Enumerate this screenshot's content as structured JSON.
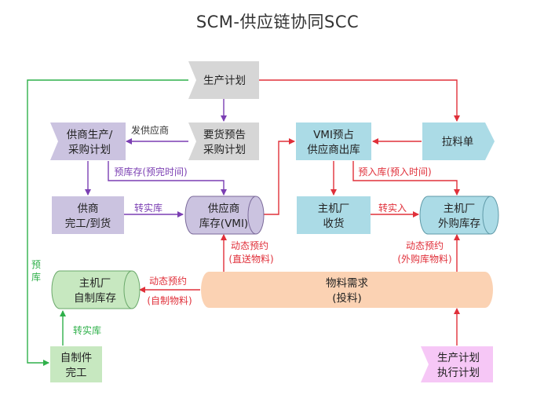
{
  "title": "SCM-供应链协同SCC",
  "colors": {
    "gray": "#d6d6d6",
    "purple": "#cbc3e0",
    "blue": "#abdbe6",
    "green": "#c7e8c0",
    "orange": "#fbd2b3",
    "pink": "#f6c7f6",
    "arrow_purple": "#7b3fb3",
    "arrow_red": "#e0303a",
    "arrow_green": "#2fb04a"
  },
  "nodes": {
    "production_plan": "生产计划",
    "supplier_production": [
      "供商生产/",
      "采购计划"
    ],
    "requisition_forecast": [
      "要货预告",
      "采购计划"
    ],
    "vmi_reserve": [
      "VMI预占",
      "供应商出库"
    ],
    "pull_order": "拉料单",
    "supplier_complete": [
      "供商",
      "完工/到货"
    ],
    "supplier_inventory_vmi": [
      "供应商",
      "库存(VMI)"
    ],
    "oem_receive": [
      "主机厂",
      "收货"
    ],
    "oem_purchased_inventory": [
      "主机厂",
      "外购库存"
    ],
    "oem_self_inventory": [
      "主机厂",
      "自制库存"
    ],
    "material_demand": [
      "物料需求",
      "(投料)"
    ],
    "selfmade_complete": [
      "自制件",
      "完工"
    ],
    "production_exec_plan": [
      "生产计划",
      "执行计划"
    ]
  },
  "labels": {
    "issue_supplier": "发供应商",
    "pre_stock_time": "预库存(预完时间)",
    "to_real_stock_1": "转实库",
    "pre_inbound_time": "预入库(预入时间)",
    "to_real_inbound": "转实入",
    "dynamic_reserve_direct": [
      "动态预约",
      "(直送物料)"
    ],
    "dynamic_reserve_purchased": [
      "动态预约",
      "(外购库物料)"
    ],
    "dynamic_reserve_selfmade": [
      "动态预约",
      "(自制物料)"
    ],
    "to_real_stock_2": "转实库",
    "pre_stock_short": [
      "预",
      "库"
    ]
  }
}
